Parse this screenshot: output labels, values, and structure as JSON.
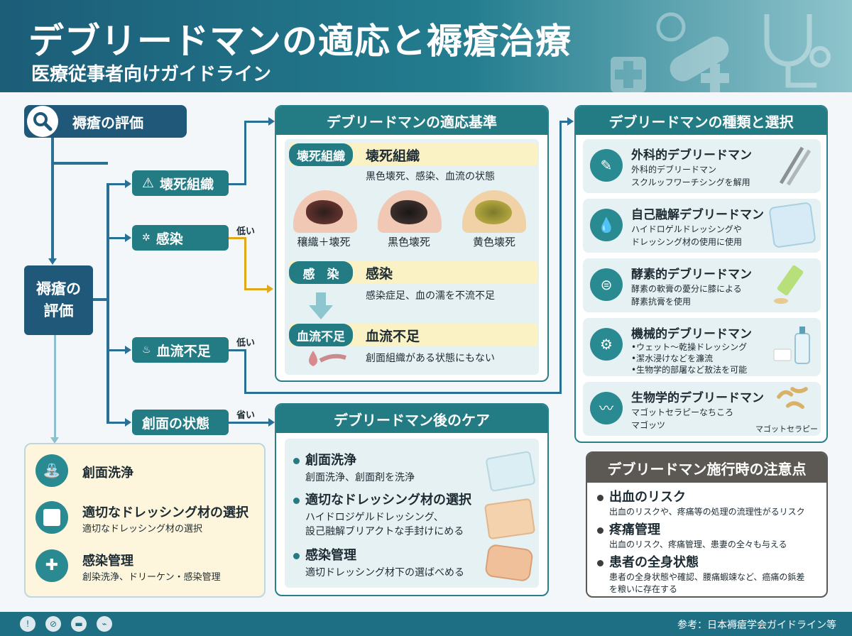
{
  "header": {
    "title": "デブリードマンの適応と褥瘡治療",
    "subtitle": "医療従事者向けガイドライン"
  },
  "flow": {
    "start_label": "褥瘡の評価",
    "main_node": "褥瘡の\n評価",
    "branches": [
      "壊死組織",
      "感染",
      "血流不足",
      "創面の状態"
    ],
    "arrow_labels": {
      "infection": "低い",
      "blood": "低い",
      "wound": "省い"
    }
  },
  "criteria": {
    "title": "デブリードマンの適応基準",
    "items": [
      {
        "tag": "壊死組織",
        "title": "壊死組織",
        "desc": "黒色壊死、感染、血流の状態"
      },
      {
        "tag": "感　染",
        "title": "感染",
        "desc": "感染症足、血の濡を不流不足"
      },
      {
        "tag": "血流不足",
        "title": "血流不足",
        "desc": "創面組織がある状態にもない"
      }
    ],
    "wound_labels": [
      "穰織＋壊死",
      "黒色壊死",
      "黄色壊死"
    ]
  },
  "types": {
    "title": "デブリードマンの種類と選択",
    "items": [
      {
        "title": "外科的デブリードマン",
        "desc": [
          "外科的デブリードマン",
          "スクルッフワーチシングを解用"
        ]
      },
      {
        "title": "自己融解デブリードマン",
        "desc": [
          "ハイドロゲルドレッシングや",
          "ドレッシング材の使用に使用"
        ]
      },
      {
        "title": "酵素的デブリードマン",
        "desc": [
          "酵素の軟膏の薆分に膝による",
          "酵素抗膏を使用"
        ]
      },
      {
        "title": "機械的デブリードマン",
        "desc": [
          "•ウェット〜乾操ドレッシング",
          "•潔水浸けなどを濂流",
          "•生物学的部屠など敖法を可能"
        ]
      },
      {
        "title": "生物学的デブリードマン",
        "desc": [
          "マゴットセラピーなちころ",
          "マゴッツ"
        ],
        "caption": "マゴットセラピー"
      }
    ]
  },
  "care": {
    "title": "デブリードマン後のケア",
    "items": [
      {
        "title": "創面洗浄",
        "desc": [
          "創面洗浄、創面剤を洗浄"
        ]
      },
      {
        "title": "適切なドレッシング材の選択",
        "desc": [
          "ハイドロジゲルドレッシング、",
          "設己融解ブリアクトな手封けにめる"
        ]
      },
      {
        "title": "感染管理",
        "desc": [
          "適切ドレッシング材下の選ばべめる"
        ]
      }
    ]
  },
  "summary": {
    "items": [
      {
        "title": "創面洗浄",
        "desc": ""
      },
      {
        "title": "適切なドレッシング材の選択",
        "desc": "適切なドレッシング材の選択"
      },
      {
        "title": "感染管理",
        "desc": "創染洗浄、ドリーケン・感染管理"
      }
    ]
  },
  "caution": {
    "title": "デブリードマン施行時の注意点",
    "items": [
      {
        "title": "出血のリスク",
        "desc": [
          "出血のリスクや、疼痛等の処理の流理性がるリスク"
        ]
      },
      {
        "title": "疼痛管理",
        "desc": [
          "出血のリスク、疼痛管理、患妻の全々も与える"
        ]
      },
      {
        "title": "患者の全身状態",
        "desc": [
          "患者の全身状態や確認、腰痛蝦竦など、癌痛の鋲差",
          "を粮いに存在する"
        ]
      }
    ]
  },
  "footer": {
    "reference": "参考：日本褥瘡学会ガイドライン等"
  },
  "colors": {
    "navy": "#1f5878",
    "teal": "#237b84",
    "yellow": "#faf1c4",
    "accent": "#e0a919",
    "caution": "#5c5954"
  }
}
